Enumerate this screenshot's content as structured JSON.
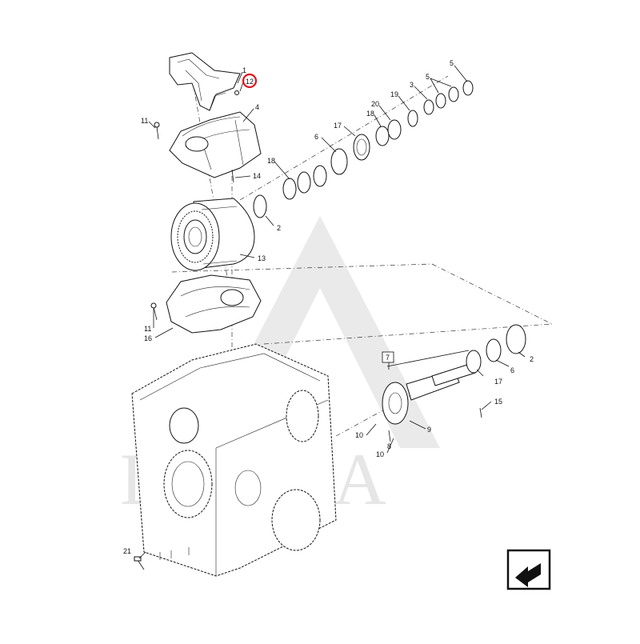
{
  "watermark": {
    "text": "LAGRA"
  },
  "highlight_color": "#e0141e",
  "callouts": {
    "c1": "1",
    "c12": "12",
    "c4": "4",
    "c11a": "11",
    "c14": "14",
    "c18a": "18",
    "c2a": "2",
    "c13": "13",
    "c11b": "11",
    "c16": "16",
    "c6a": "6",
    "c17a": "17",
    "c18b": "18",
    "c20": "20",
    "c19": "19",
    "c3": "3",
    "c5a": "5",
    "c5b": "5",
    "c7": "7",
    "c17b": "17",
    "c6b": "6",
    "c2b": "2",
    "c15": "15",
    "c9": "9",
    "c10a": "10",
    "c8": "8",
    "c10b": "10",
    "c21": "21"
  },
  "nav_icon": "next-page-arrow-icon"
}
